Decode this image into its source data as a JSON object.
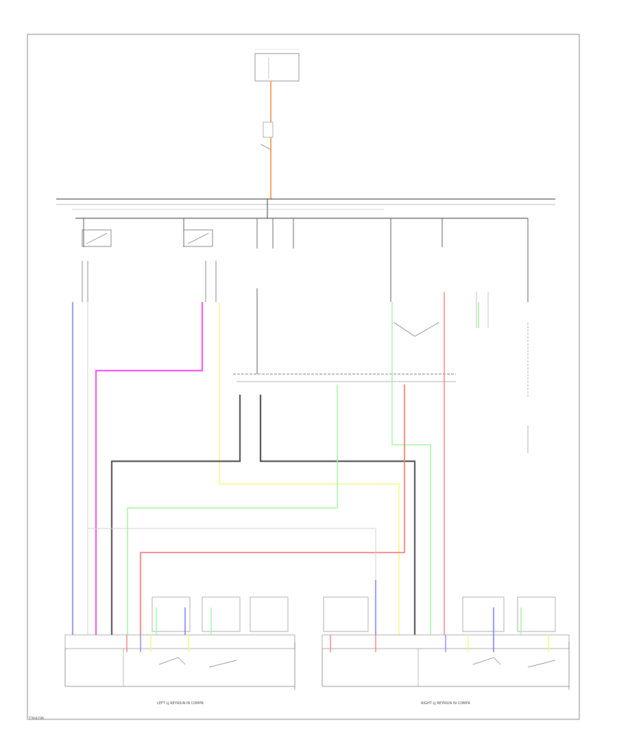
{
  "colors": {
    "black": "#505050",
    "orange": "#f5a35c",
    "blue": "#8a8af5",
    "pink": "#f055ee",
    "yellow": "#f5f57a",
    "green": "#9ef59e",
    "red": "#f58080",
    "gray": "#bdbdbd"
  },
  "captions": {
    "left_cluster": "LEFT LJ REYRIUN IN COMPR",
    "right_cluster": "RIGHT LJ REYRIUN IN COMPR"
  },
  "drawing_code": "T3K4296"
}
